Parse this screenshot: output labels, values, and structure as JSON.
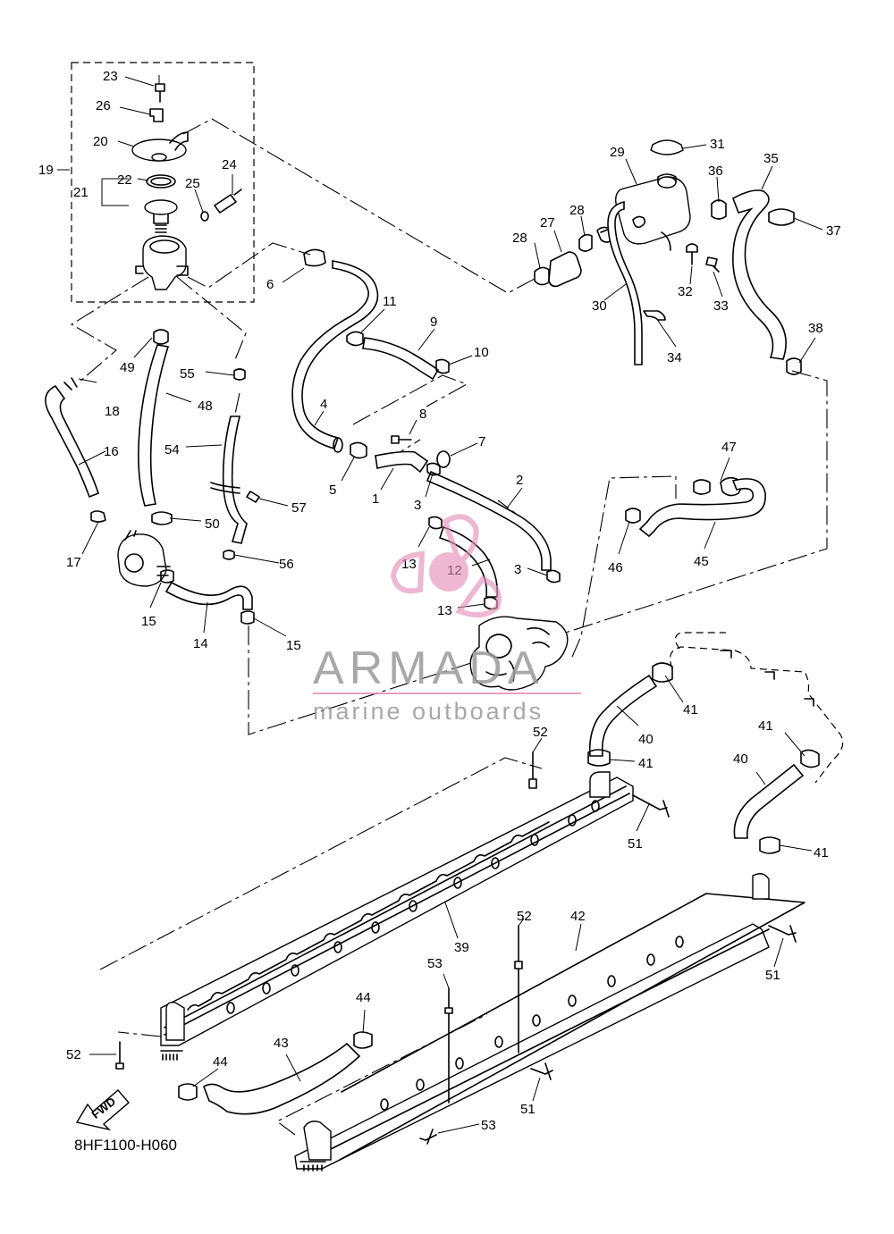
{
  "diagram_code": "8HF1100-H060",
  "watermark": {
    "brand": "ARMADA",
    "tagline": "marine outboards",
    "accent_color": "#e58fb8",
    "text_color": "#9a9a9a"
  },
  "fwd_label": "FWD",
  "callouts": {
    "c1": "1",
    "c2": "2",
    "c3a": "3",
    "c3b": "3",
    "c4": "4",
    "c5": "5",
    "c6": "6",
    "c7": "7",
    "c8": "8",
    "c9": "9",
    "c10": "10",
    "c11": "11",
    "c12": "12",
    "c13a": "13",
    "c13b": "13",
    "c14": "14",
    "c15a": "15",
    "c15b": "15",
    "c16": "16",
    "c17": "17",
    "c18": "18",
    "c19": "19",
    "c20": "20",
    "c21": "21",
    "c22": "22",
    "c23": "23",
    "c24": "24",
    "c25": "25",
    "c26": "26",
    "c27": "27",
    "c28a": "28",
    "c28b": "28",
    "c29": "29",
    "c30": "30",
    "c31": "31",
    "c32": "32",
    "c33": "33",
    "c34": "34",
    "c35": "35",
    "c36": "36",
    "c37": "37",
    "c38": "38",
    "c39": "39",
    "c40a": "40",
    "c40b": "40",
    "c41a": "41",
    "c41b": "41",
    "c41c": "41",
    "c41d": "41",
    "c42": "42",
    "c43": "43",
    "c44a": "44",
    "c44b": "44",
    "c45": "45",
    "c46": "46",
    "c47": "47",
    "c48": "48",
    "c49": "49",
    "c50": "50",
    "c51a": "51",
    "c51b": "51",
    "c51c": "51",
    "c52a": "52",
    "c52b": "52",
    "c52c": "52",
    "c53a": "53",
    "c53b": "53",
    "c54": "54",
    "c55": "55",
    "c56": "56",
    "c57": "57"
  }
}
